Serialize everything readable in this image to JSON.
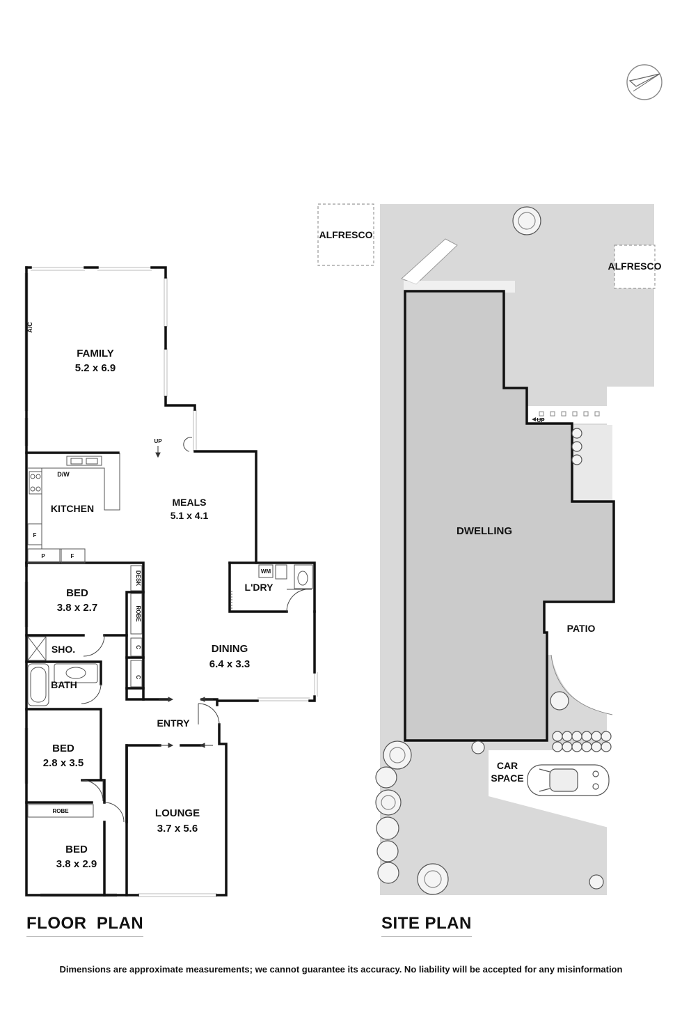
{
  "floor_plan": {
    "title": "FLOOR  PLAN",
    "rooms": {
      "family": {
        "name": "FAMILY",
        "size": "5.2 x 6.9"
      },
      "meals": {
        "name": "MEALS",
        "size": "5.1 x 4.1"
      },
      "kitchen": {
        "name": "KITCHEN"
      },
      "dining": {
        "name": "DINING",
        "size": "6.4 x 3.3"
      },
      "bed1": {
        "name": "BED",
        "size": "3.8 x 2.7"
      },
      "bed2": {
        "name": "BED",
        "size": "2.8 x 3.5"
      },
      "bed3": {
        "name": "BED",
        "size": "3.8 x 2.9"
      },
      "lounge": {
        "name": "LOUNGE",
        "size": "3.7 x 5.6"
      },
      "laundry": {
        "name": "L'DRY"
      },
      "entry": {
        "name": "ENTRY"
      },
      "shower": {
        "name": "SHO."
      },
      "bath": {
        "name": "BATH"
      }
    },
    "labels": {
      "ac": "A/C",
      "up": "UP",
      "dw": "D/W",
      "fridge": "F",
      "pantry": "P",
      "desk": "DESK",
      "robe": "ROBE",
      "cupboard": "C",
      "washer": "WM"
    }
  },
  "site_plan": {
    "title": "SITE PLAN",
    "labels": {
      "alfresco": "ALFRESCO",
      "dwelling": "DWELLING",
      "patio": "PATIO",
      "car_line1": "CAR",
      "car_line2": "SPACE",
      "up": "UP"
    }
  },
  "disclaimer": "Dimensions are approximate measurements; we cannot guarantee its accuracy. No liability will be accepted for any misinformation",
  "colors": {
    "wall": "#111111",
    "site_fill": "#d9d9d9",
    "dwelling_fill": "#cbcbcb",
    "window": "#bbbbbb"
  }
}
